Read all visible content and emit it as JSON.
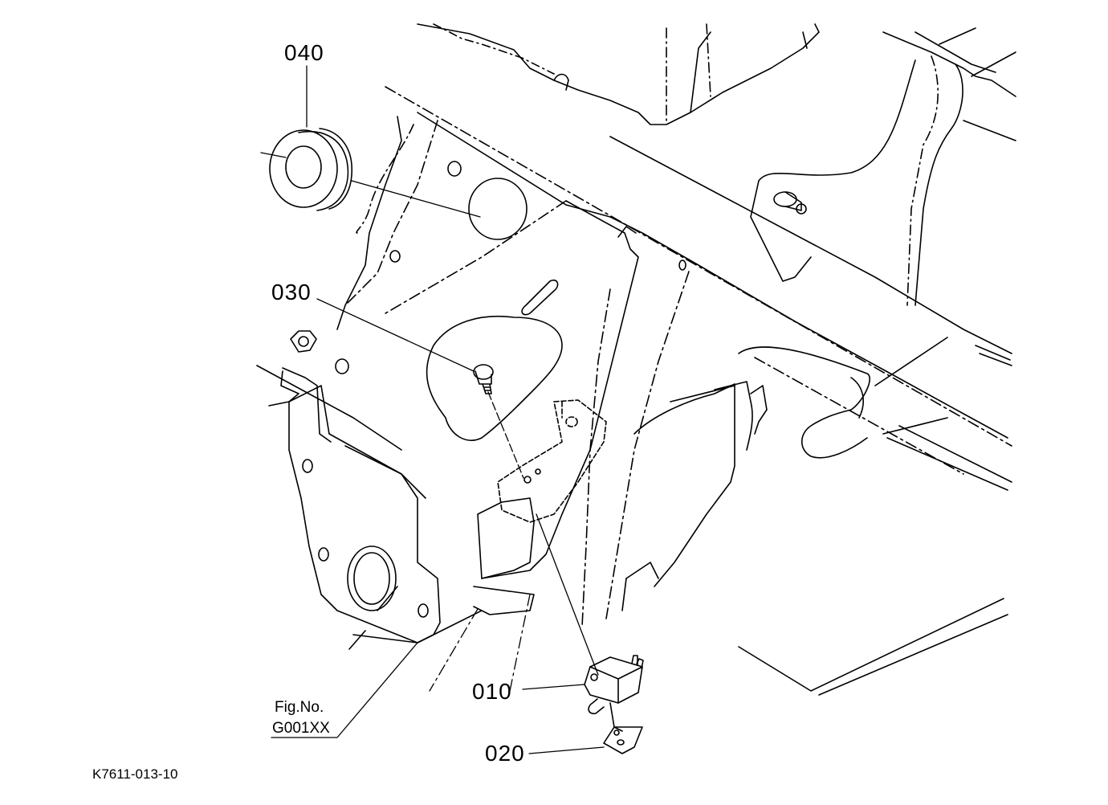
{
  "parts": {
    "p040": "040",
    "p030": "030",
    "p010": "010",
    "p020": "020"
  },
  "figure": {
    "line1": "Fig.No.",
    "line2": "G001XX"
  },
  "drawing_code": "K7611-013-10",
  "colors": {
    "ink": "#000000",
    "paper": "#ffffff"
  }
}
